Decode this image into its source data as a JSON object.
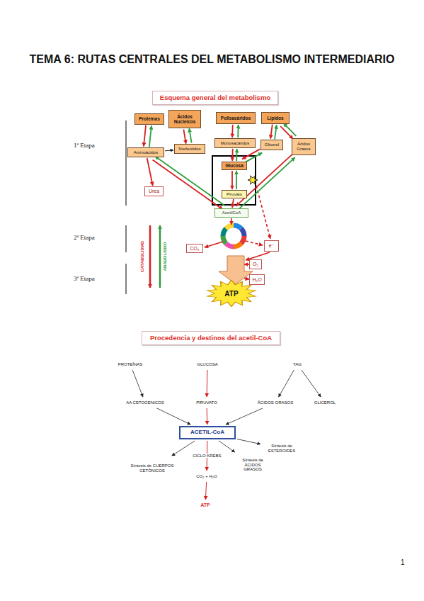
{
  "diagram": {
    "title": "TEMA 6: RUTAS CENTRALES DEL METABOLISMO INTERMEDIARIO",
    "nodes": [
      {
        "text": [
          "Esquema general del metabolismo"
        ]
      },
      {
        "text": [
          "Proteínas"
        ]
      },
      {
        "text": [
          "Ácidos Nucleicos"
        ]
      },
      {
        "text": [
          "Polisacáridos"
        ]
      },
      {
        "text": [
          "Lípidos"
        ]
      },
      {
        "text": [
          "Aminoácidos"
        ]
      },
      {
        "text": [
          "Nucleótidos"
        ]
      },
      {
        "text": [
          "Monosacáridos"
        ]
      },
      {
        "text": [
          "Glicerol"
        ]
      },
      {
        "text": [
          "Ácidos Grasos"
        ]
      },
      {
        "text": [
          "Glucosa"
        ]
      },
      {
        "text": [
          "Urea"
        ]
      },
      {
        "text": [
          "Piruvato"
        ]
      },
      {
        "text": [
          "AcetilCoA"
        ]
      },
      {
        "text": [
          "CO₂"
        ]
      },
      {
        "text": [
          "e⁻"
        ]
      },
      {
        "text": [
          "O₂"
        ]
      },
      {
        "text": [
          "H₂O"
        ]
      },
      {
        "text": [
          "ATP"
        ]
      },
      {
        "text": [
          "Procedencia y destinos del acetil-CoA"
        ]
      },
      {
        "text": [
          "PROTEÍNAS"
        ]
      },
      {
        "text": [
          "GLUCOSA"
        ]
      },
      {
        "text": [
          "TAG"
        ]
      },
      {
        "text": [
          "AA CETOGENICOS"
        ]
      },
      {
        "text": [
          "PIRUVATO"
        ]
      },
      {
        "text": [
          "ÁCIDOS GRASOS"
        ]
      },
      {
        "text": [
          "GLICEROL"
        ]
      },
      {
        "text": [
          "ACETIL-CoA"
        ]
      },
      {
        "text": [
          "Síntesis de ESTEROIDES"
        ]
      },
      {
        "text": [
          "Síntesis de CUERPOS CETÓNICOS"
        ]
      },
      {
        "text": [
          "CO₂ + H₂O"
        ]
      },
      {
        "text": [
          "Síntesis de ÁCIDOS GRASOS"
        ]
      },
      {
        "text": [
          "ATP"
        ]
      }
    ],
    "edges": [
      {
        "from": 1,
        "to": 5,
        "arrow": "to"
      },
      {
        "from": 5,
        "to": 1,
        "arrow": "to"
      },
      {
        "from": 2,
        "to": 6,
        "arrow": "to"
      },
      {
        "from": 6,
        "to": 2,
        "arrow": "to"
      },
      {
        "from": 3,
        "to": 7,
        "arrow": "to"
      },
      {
        "from": 7,
        "to": 3,
        "arrow": "to"
      },
      {
        "from": 4,
        "to": 8,
        "arrow": "to"
      },
      {
        "from": 8,
        "to": 4,
        "arrow": "to"
      },
      {
        "from": 4,
        "to": 9,
        "arrow": "to"
      },
      {
        "from": 9,
        "to": 4,
        "arrow": "to"
      },
      {
        "from": 5,
        "to": 6,
        "arrow": "to"
      },
      {
        "from": 5,
        "to": 11,
        "arrow": "to"
      },
      {
        "from": 5,
        "to": 13,
        "arrow": "to"
      },
      {
        "from": 13,
        "to": 5,
        "arrow": "to"
      },
      {
        "from": 7,
        "to": 10,
        "arrow": "to"
      },
      {
        "from": 10,
        "to": 7,
        "arrow": "to"
      },
      {
        "from": 8,
        "to": 10,
        "arrow": "to"
      },
      {
        "from": 10,
        "to": 8,
        "arrow": "to"
      },
      {
        "from": 9,
        "to": 13,
        "arrow": "to"
      },
      {
        "from": 13,
        "to": 9,
        "arrow": "to"
      },
      {
        "from": 10,
        "to": 12,
        "arrow": "to"
      },
      {
        "from": 12,
        "to": 10,
        "arrow": "to"
      },
      {
        "from": 12,
        "to": 13,
        "arrow": "to"
      },
      {
        "from": 20,
        "to": 23,
        "arrow": "to"
      },
      {
        "from": 21,
        "to": 24,
        "arrow": "to"
      },
      {
        "from": 22,
        "to": 25,
        "arrow": "to"
      },
      {
        "from": 22,
        "to": 26,
        "arrow": "to"
      },
      {
        "from": 23,
        "to": 27,
        "arrow": "to"
      },
      {
        "from": 24,
        "to": 27,
        "arrow": "to"
      },
      {
        "from": 25,
        "to": 27,
        "arrow": "to"
      },
      {
        "from": 27,
        "to": 29,
        "arrow": "to"
      },
      {
        "from": 27,
        "to": 30,
        "label": "CICLO KREBS",
        "arrow": "to"
      },
      {
        "from": 30,
        "to": 32,
        "arrow": "to"
      },
      {
        "from": 27,
        "to": 31,
        "arrow": "to"
      },
      {
        "from": 27,
        "to": 28,
        "arrow": "to"
      }
    ],
    "labels": [
      "1ª Etapa",
      "2ª Etapa",
      "3ª Etapa",
      "CATABOLISMO",
      "ANABOLISMO",
      "1"
    ]
  }
}
